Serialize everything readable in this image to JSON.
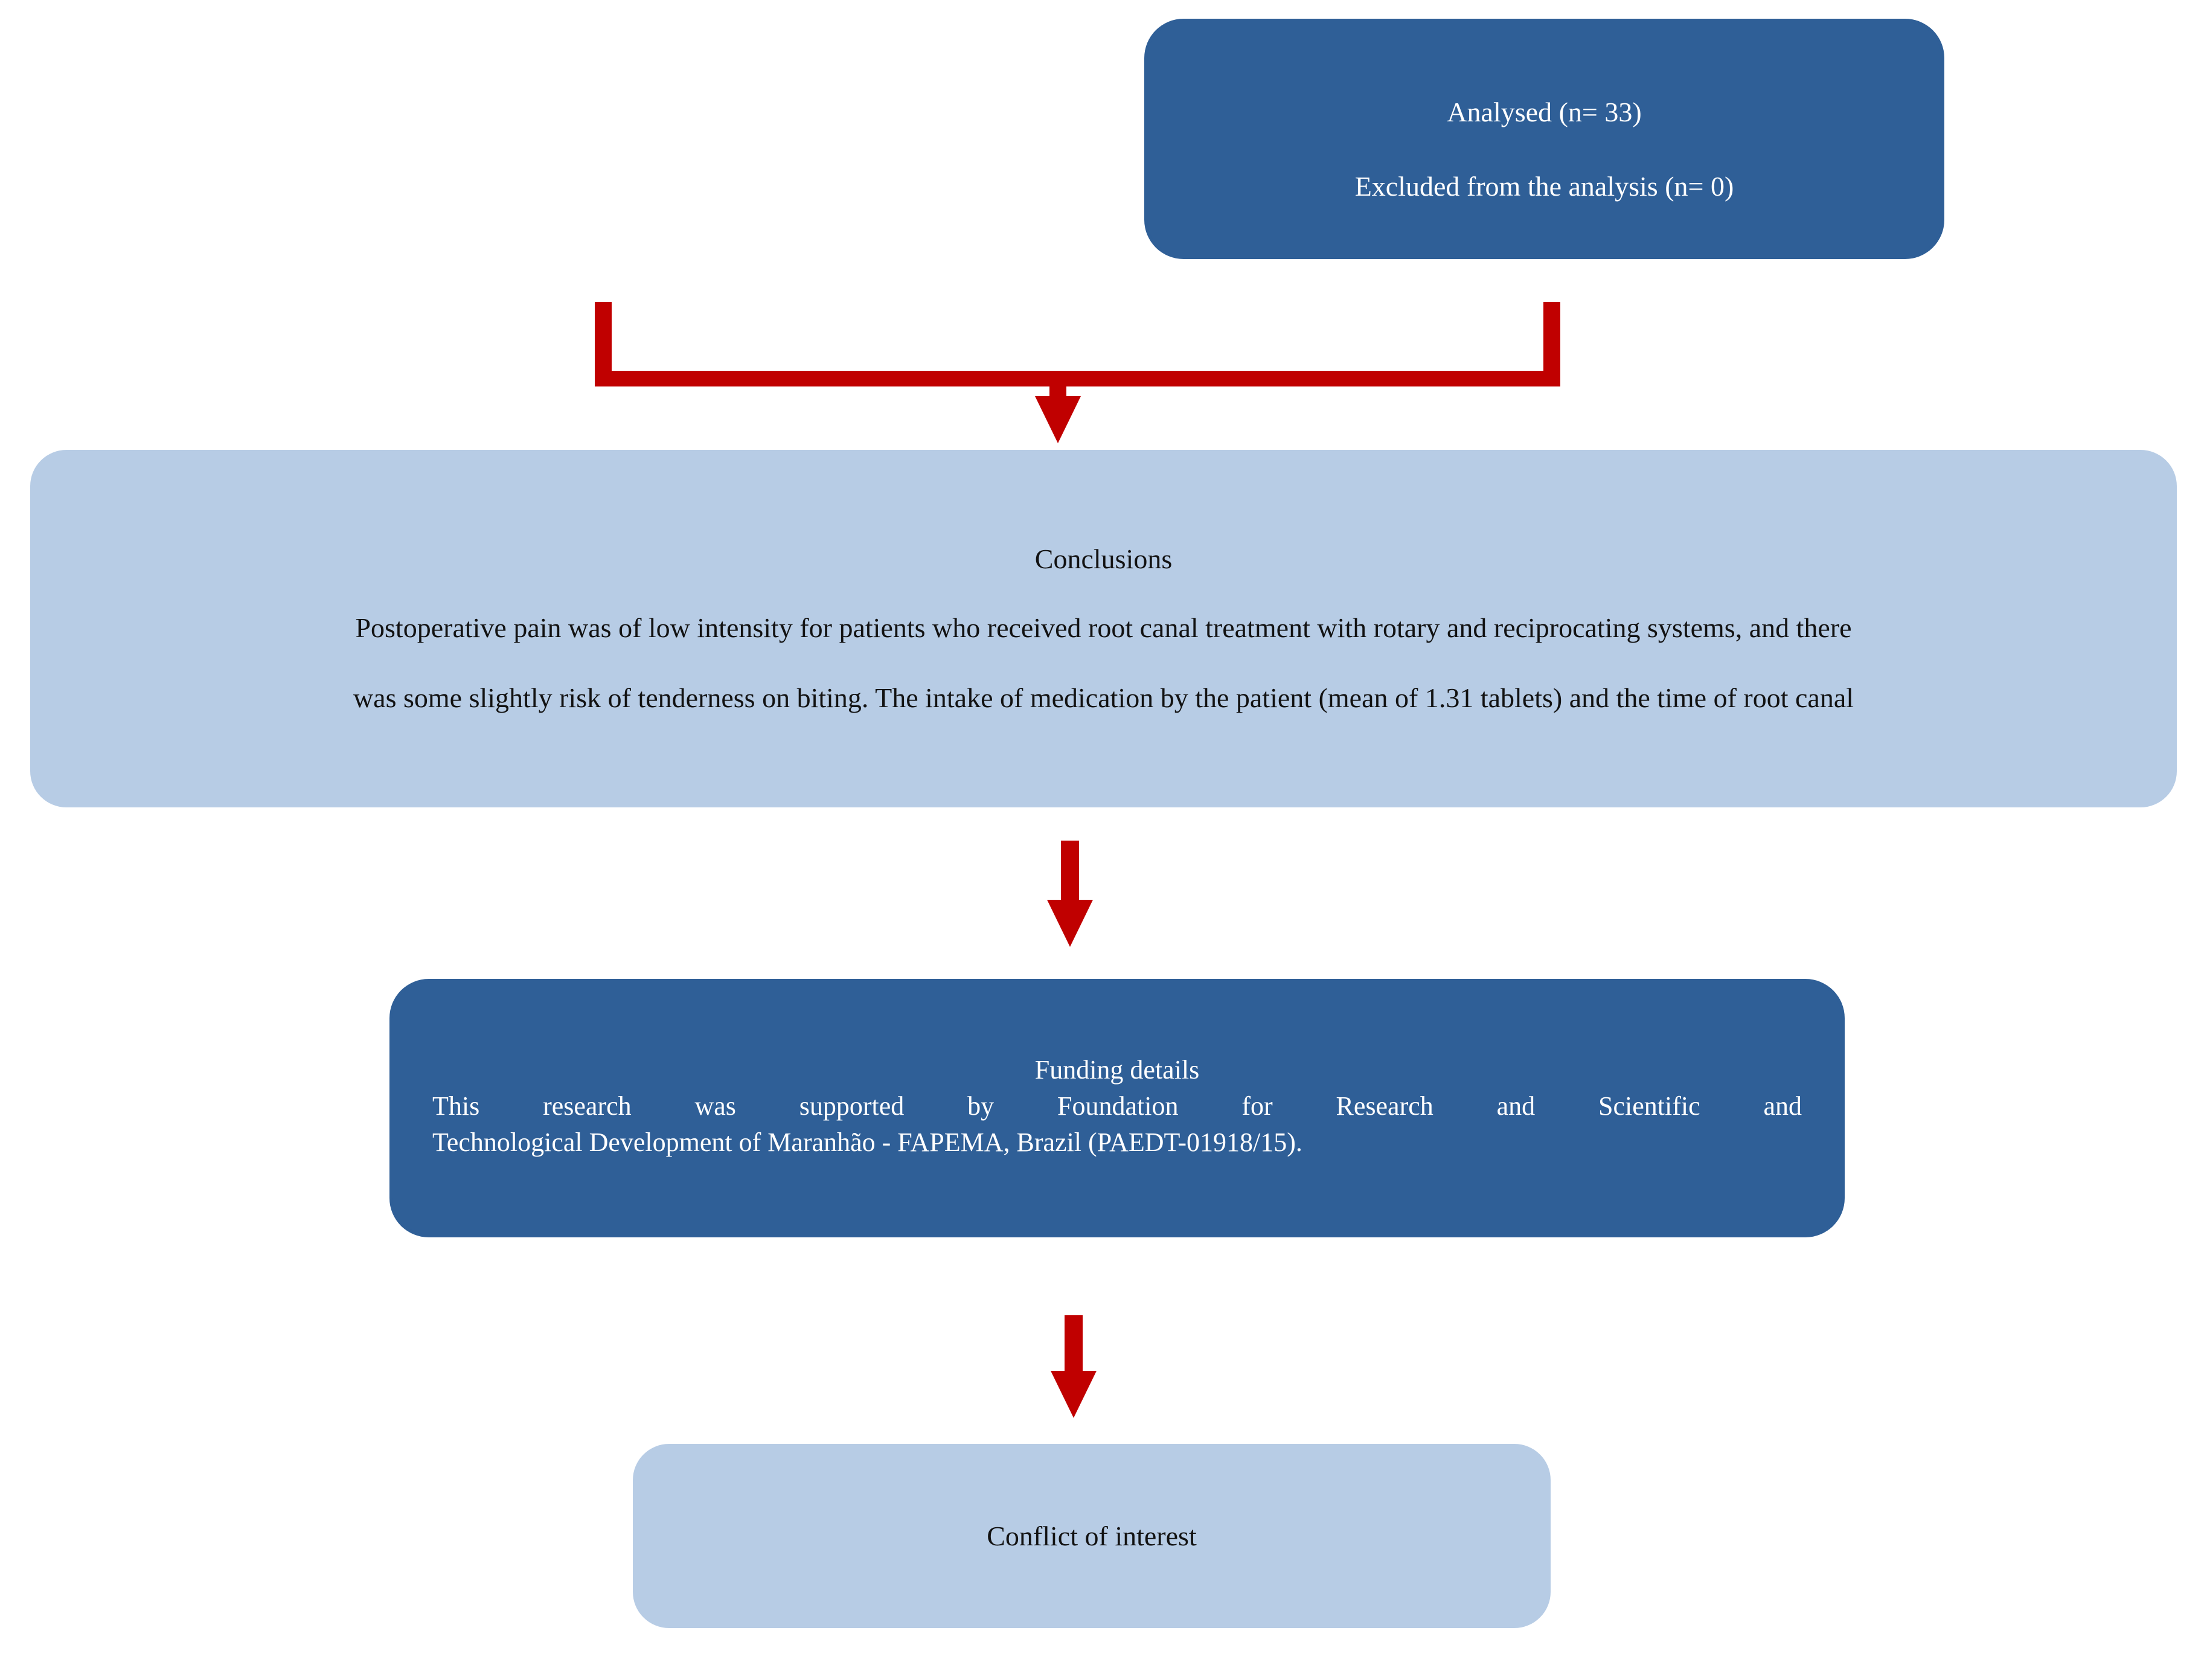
{
  "diagram": {
    "type": "flowchart",
    "accent_colors": {
      "dark_box": "#2F5F97",
      "light_box": "#B7CCE5",
      "connector_red": "#C00000",
      "dark_box_text": "#FFFFFF",
      "light_box_text": "#121212",
      "background": "#FFFFFF"
    },
    "nodes": {
      "analysed": {
        "style": "dark",
        "line1": "Analysed (n= 33)",
        "line2": "Excluded from the analysis (n= 0)"
      },
      "conclusions": {
        "style": "light",
        "title": "Conclusions",
        "body_line1": "Postoperative pain was of low intensity for patients who received root canal treatment with rotary and reciprocating systems, and there",
        "body_line2": "was some slightly risk of tenderness on biting. The intake of medication by the patient (mean of 1.31 tablets) and the time of root canal"
      },
      "funding": {
        "style": "dark",
        "title": "Funding details",
        "body_line1": "This research was supported by Foundation for Research and Scientific and",
        "body_line2": "Technological Development of Maranhão - FAPEMA, Brazil (PAEDT-01918/15)."
      },
      "conflict": {
        "style": "light",
        "title": "Conflict of interest"
      }
    },
    "connectors": [
      {
        "name": "analysed-to-conclusions",
        "shape": "u-bracket-with-down-arrow"
      },
      {
        "name": "conclusions-to-funding",
        "shape": "down-arrow"
      },
      {
        "name": "funding-to-conflict",
        "shape": "down-arrow"
      }
    ]
  }
}
